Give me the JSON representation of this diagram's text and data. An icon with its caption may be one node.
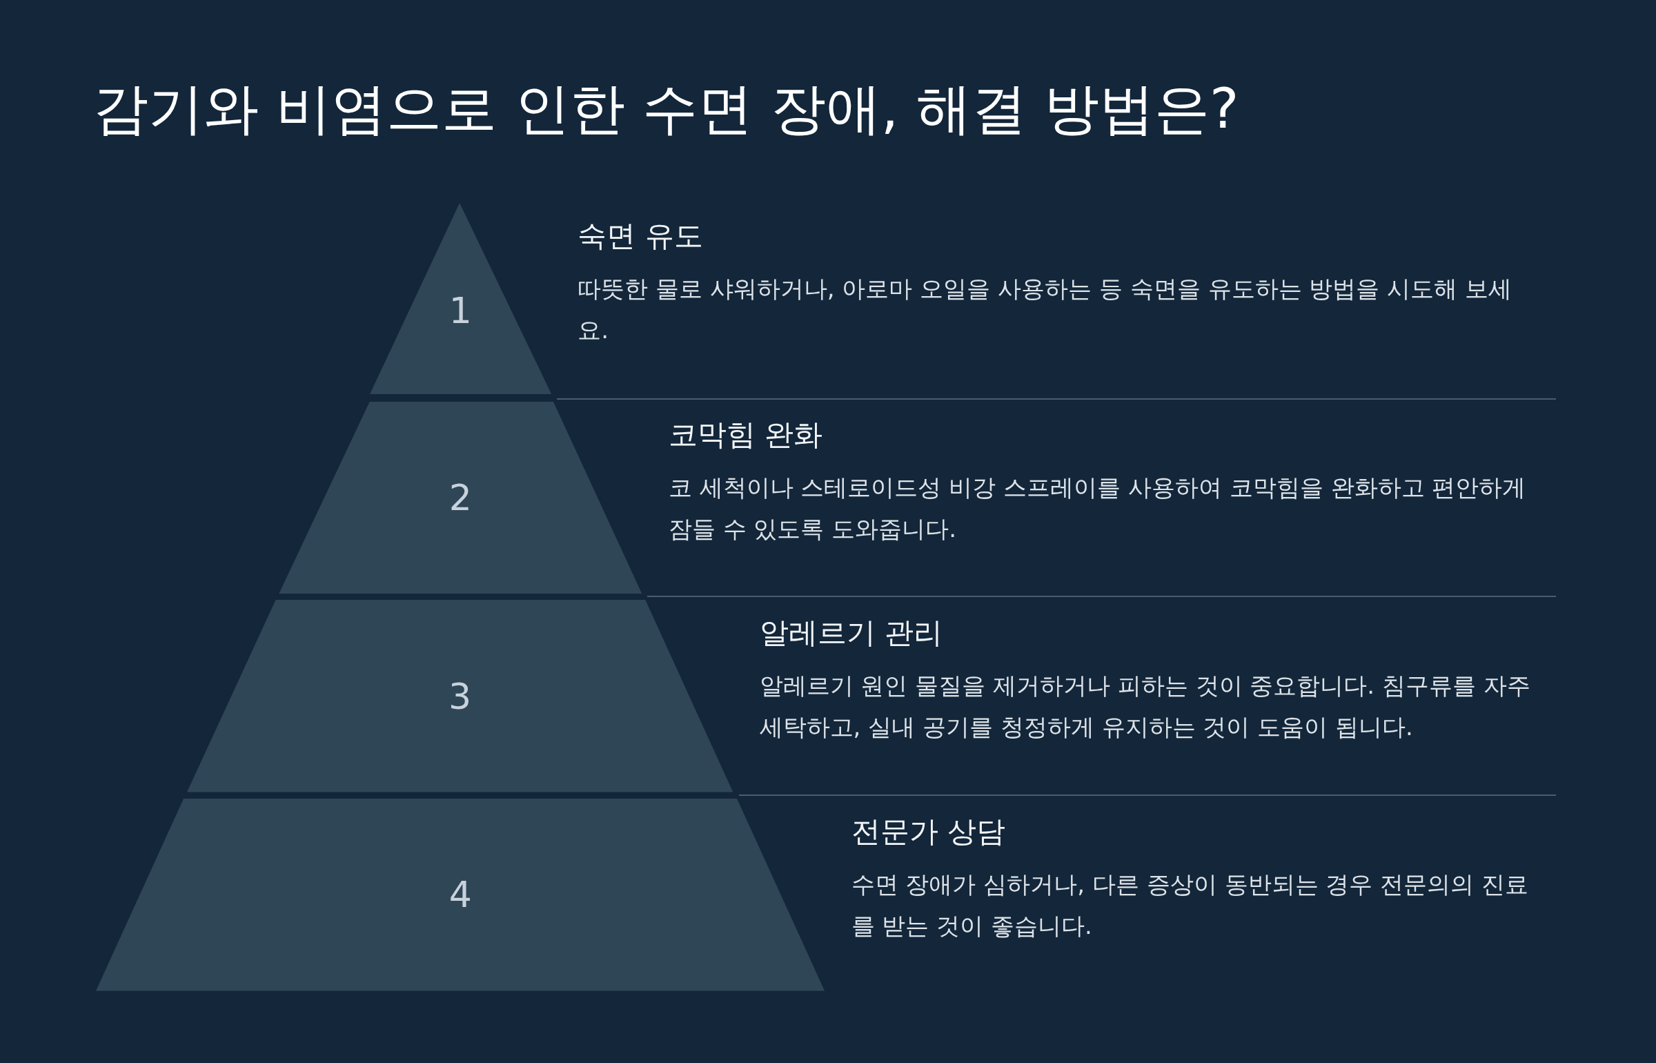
{
  "diagram": {
    "title": "감기와 비염으로 인한 수면 장애, 해결 방법은?",
    "nodes": [
      {
        "text": [
          "1"
        ],
        "beside": [
          "숙면 유도",
          "따뜻한 물로 샤워하거나, 아로마 오일을 사용하는 등 숙면을 유도하는 방법을 시도해 보세요."
        ]
      },
      {
        "text": [
          "2"
        ],
        "beside": [
          "코막힘 완화",
          "코 세척이나 스테로이드성 비강 스프레이를 사용하여 코막힘을 완화하고 편안하게 잠들 수 있도록 도와줍니다."
        ]
      },
      {
        "text": [
          "3"
        ],
        "beside": [
          "알레르기 관리",
          "알레르기 원인 물질을 제거하거나 피하는 것이 중요합니다. 침구류를 자주 세탁하고, 실내 공기를 청정하게 유지하는 것이 도움이 됩니다."
        ]
      },
      {
        "text": [
          "4"
        ],
        "beside": [
          "전문가 상담",
          "수면 장애가 심하거나, 다른 증상이 동반되는 경우 전문의의 진료를 받는 것이 좋습니다."
        ]
      }
    ],
    "edges": []
  }
}
